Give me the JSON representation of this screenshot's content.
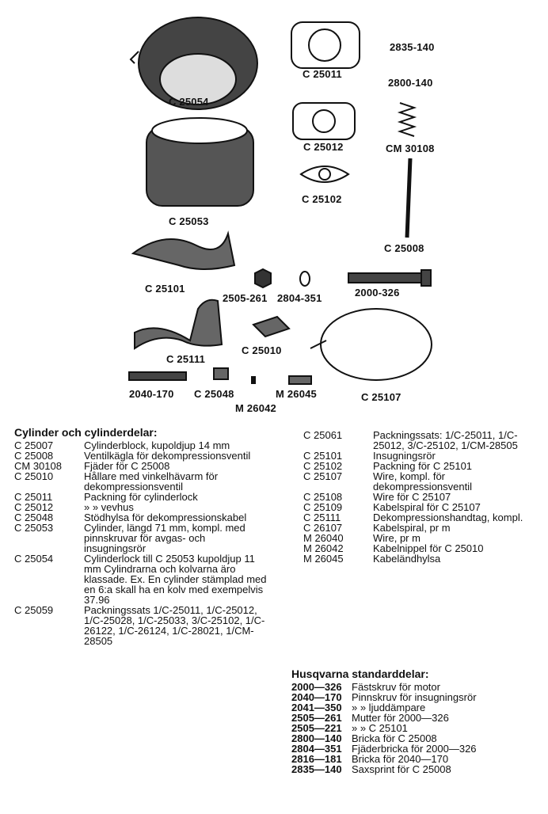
{
  "diagram": {
    "labels": [
      "C 25054",
      "C 25011",
      "2835-140",
      "2800-140",
      "C 25012",
      "CM 30108",
      "C 25053",
      "C 25102",
      "C 25008",
      "C 25101",
      "2505-261",
      "2804-351",
      "2000-326",
      "C 25010",
      "C 25111",
      "2040-170",
      "C 25048",
      "M 26045",
      "M 26042",
      "C 25107"
    ]
  },
  "section1": {
    "title": "Cylinder och cylinderdelar:",
    "items": [
      {
        "code": "C 25007",
        "desc": "Cylinderblock, kupoldjup 14 mm"
      },
      {
        "code": "C 25008",
        "desc": "Ventilkägla för dekompressionsventil"
      },
      {
        "code": "CM 30108",
        "desc": "Fjäder för C 25008"
      },
      {
        "code": "C 25010",
        "desc": "Hållare med vinkelhävarm för dekompressionsventil"
      },
      {
        "code": "C 25011",
        "desc": "Packning för cylinderlock"
      },
      {
        "code": "C 25012",
        "desc": "» » vevhus"
      },
      {
        "code": "C 25048",
        "desc": "Stödhylsa för dekompressionskabel"
      },
      {
        "code": "C 25053",
        "desc": "Cylinder, längd 71 mm, kompl. med pinnskruvar för avgas- och insugningsrör"
      },
      {
        "code": "C 25054",
        "desc": "Cylinderlock till C 25053 kupoldjup 11 mm Cylindrarna och kolvarna äro klassade. Ex. En cylinder stämplad med en 6:a skall ha en kolv med exempelvis 37.96"
      },
      {
        "code": "C 25059",
        "desc": "Packningssats 1/C-25011, 1/C-25012, 1/C-25028, 1/C-25033, 3/C-25102, 1/C-26122, 1/C-26124, 1/C-28021, 1/CM-28505"
      }
    ]
  },
  "section2": {
    "items": [
      {
        "code": "C 25061",
        "desc": "Packningssats: 1/C-25011, 1/C-25012, 3/C-25102, 1/CM-28505"
      },
      {
        "code": "C 25101",
        "desc": "Insugningsrör"
      },
      {
        "code": "C 25102",
        "desc": "Packning för C 25101"
      },
      {
        "code": "C 25107",
        "desc": "Wire, kompl. för dekompressionsventil"
      },
      {
        "code": "C 25108",
        "desc": "Wire för C 25107"
      },
      {
        "code": "C 25109",
        "desc": "Kabelspiral för C 25107"
      },
      {
        "code": "C 25111",
        "desc": "Dekompressionshandtag, kompl."
      },
      {
        "code": "C 26107",
        "desc": "Kabelspiral, pr m"
      },
      {
        "code": "M 26040",
        "desc": "Wire, pr m"
      },
      {
        "code": "M 26042",
        "desc": "Kabelnippel för C 25010"
      },
      {
        "code": "M 26045",
        "desc": "Kabeländhylsa"
      }
    ]
  },
  "section3": {
    "title": "Husqvarna standarddelar:",
    "items": [
      {
        "code": "2000—326",
        "desc": "Fästskruv för motor"
      },
      {
        "code": "2040—170",
        "desc": "Pinnskruv för insugningsrör"
      },
      {
        "code": "2041—350",
        "desc": "» » ljuddämpare"
      },
      {
        "code": "2505—261",
        "desc": "Mutter för 2000—326"
      },
      {
        "code": "2505—221",
        "desc": "» » C 25101"
      },
      {
        "code": "2800—140",
        "desc": "Bricka för C 25008"
      },
      {
        "code": "2804—351",
        "desc": "Fjäderbricka för 2000—326"
      },
      {
        "code": "2816—181",
        "desc": "Bricka för 2040—170"
      },
      {
        "code": "2835—140",
        "desc": "Saxsprint för C 25008"
      }
    ]
  }
}
